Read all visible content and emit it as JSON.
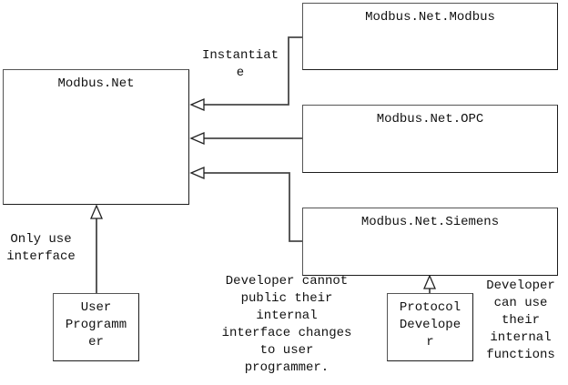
{
  "diagram": {
    "boxes": {
      "modbus_net": {
        "label": "Modbus.Net"
      },
      "modbus_net_modbus": {
        "label": "Modbus.Net.Modbus"
      },
      "modbus_net_opc": {
        "label": "Modbus.Net.OPC"
      },
      "modbus_net_siemens": {
        "label": "Modbus.Net.Siemens"
      },
      "user_programmer": {
        "lines": [
          "User",
          "Programm",
          "er"
        ]
      },
      "protocol_developer": {
        "lines": [
          "Protocol",
          "Develope",
          "r"
        ]
      }
    },
    "labels": {
      "instantiate": {
        "lines": [
          "Instantiat",
          "e"
        ]
      },
      "only_use": {
        "lines": [
          "Only use",
          "interface"
        ]
      },
      "developer_cannot": {
        "lines": [
          "Developer cannot",
          "public their",
          "internal",
          "interface changes",
          "to user",
          "programmer."
        ]
      },
      "developer_can": {
        "lines": [
          "Developer",
          "can use",
          "their",
          "internal",
          "functions"
        ]
      }
    },
    "colors": {
      "background": "#ffffff",
      "line": "#474747",
      "border": "#555555",
      "text": "#111111",
      "arrowhead_fill": "#ffffff",
      "arrowhead_stroke": "#222222"
    }
  }
}
